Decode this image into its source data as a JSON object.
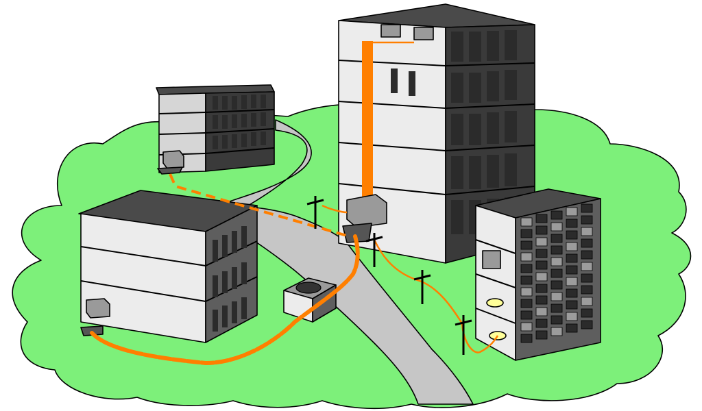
{
  "colors": {
    "grass": "#7df07a",
    "road": "#c6c6c6",
    "building_dark": "#3a3a3a",
    "building_mid": "#5e5e5e",
    "building_light": "#d6d6d6",
    "floor_light": "#ececec",
    "window_dark": "#2b2b2b",
    "roof": "#4a4a4a",
    "cable": "#ff7f00",
    "pad_yellow": "#ffff99"
  },
  "icons": {
    "buildings": [
      "office-building-small",
      "office-building-low",
      "office-tower-tall",
      "office-tower-right"
    ],
    "equipment": [
      "hvac-unit-icon",
      "rooftop-chiller-icon",
      "utility-pole-icon",
      "cooling-tower-icon"
    ]
  }
}
